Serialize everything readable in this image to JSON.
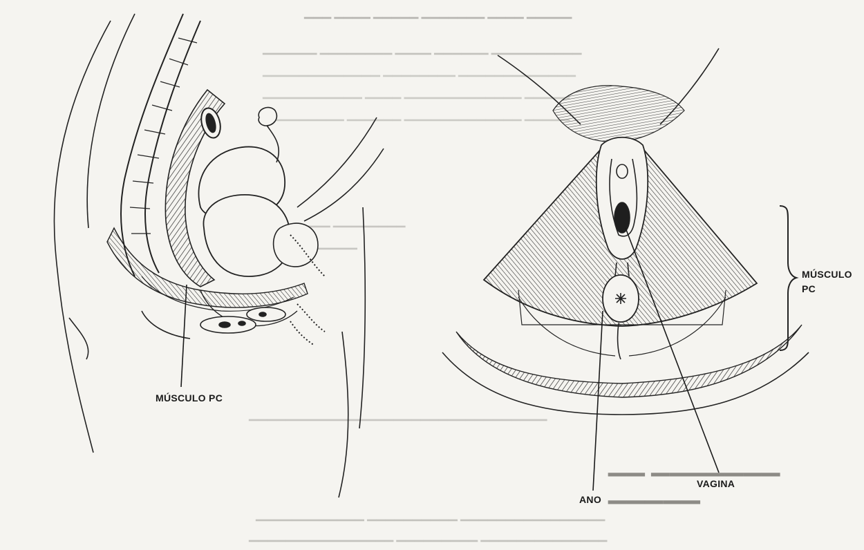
{
  "labels": {
    "left_pc_muscle": "MÚSCULO PC",
    "right_pc_muscle_line1": "MÚSCULO",
    "right_pc_muscle_line2": "PC",
    "anus": "ANO",
    "vagina": "VAGINA"
  },
  "colors": {
    "paper": "#f5f4f0",
    "ink": "#1a1a1a",
    "bleed_through": "#9c9a95"
  }
}
